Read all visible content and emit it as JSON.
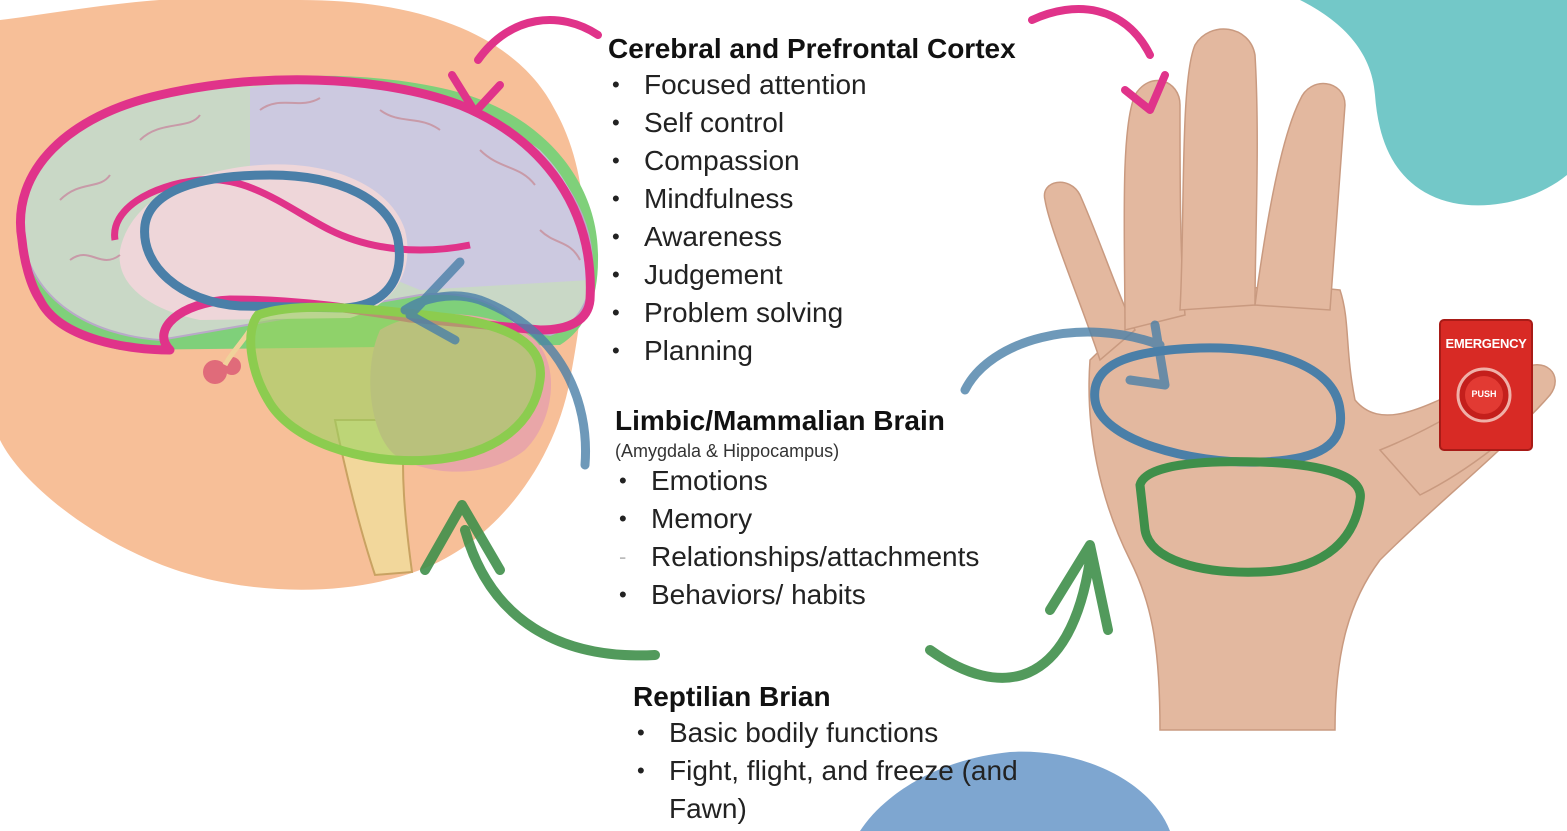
{
  "sections": {
    "cortex": {
      "title": "Cerebral and Prefrontal Cortex",
      "items": [
        "Focused attention",
        "Self control",
        "Compassion",
        "Mindfulness",
        "Awareness",
        "Judgement",
        "Problem solving",
        "Planning"
      ]
    },
    "limbic": {
      "title": "Limbic/Mammalian Brain",
      "subtitle": "(Amygdala & Hippocampus)",
      "items": [
        "Emotions",
        "Memory",
        "Relationships/attachments",
        "Behaviors/ habits"
      ]
    },
    "reptilian": {
      "title": "Reptilian Brian",
      "items": [
        "Basic bodily functions",
        "Fight, flight, and freeze (and Fawn)"
      ]
    }
  },
  "emergency_button": {
    "label": "EMERGENCY",
    "push_label": "PUSH"
  },
  "colors": {
    "cortex": "#e0338a",
    "limbic": "#4a7fa8",
    "reptilian": "#3f8f4a",
    "blob_peach": "#f7bf98",
    "blob_teal": "#73c8c8",
    "blob_blue": "#7ea6d0"
  }
}
